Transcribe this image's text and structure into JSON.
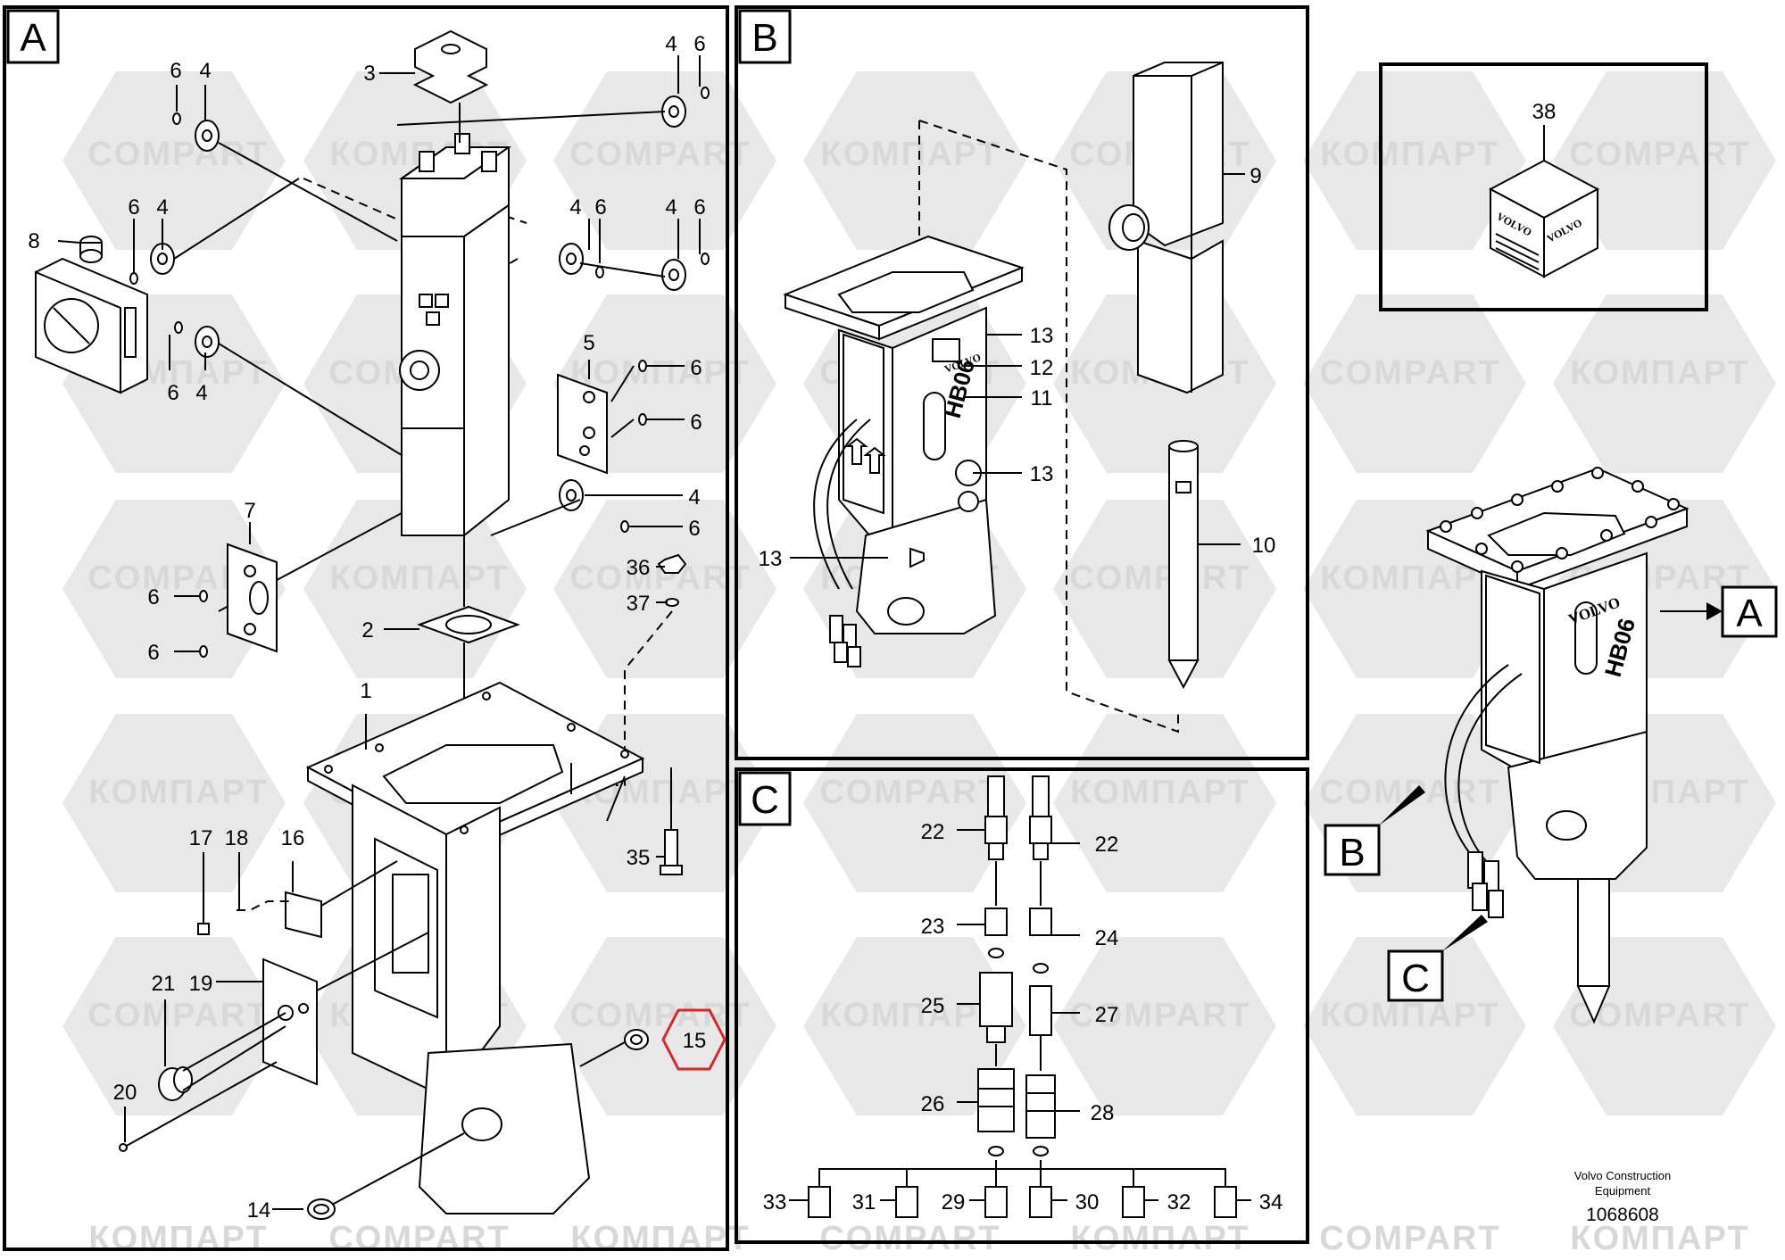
{
  "watermark": {
    "latin": "COMPART",
    "cyrillic": "КОМПАРТ"
  },
  "panels": {
    "A": {
      "letter": "A"
    },
    "B": {
      "letter": "B"
    },
    "C": {
      "letter": "C"
    }
  },
  "callouts": {
    "A": [
      "6",
      "4",
      "3",
      "4",
      "6",
      "8",
      "6",
      "4",
      "4",
      "6",
      "4",
      "6",
      "6",
      "4",
      "5",
      "6",
      "6",
      "7",
      "6",
      "6",
      "4",
      "6",
      "36",
      "37",
      "2",
      "1",
      "17",
      "18",
      "16",
      "35",
      "21",
      "19",
      "15",
      "20",
      "14"
    ],
    "B": [
      "9",
      "13",
      "12",
      "11",
      "13",
      "13",
      "10"
    ],
    "C": [
      "22",
      "22",
      "23",
      "24",
      "25",
      "27",
      "26",
      "28",
      "33",
      "31",
      "29",
      "30",
      "32",
      "34"
    ],
    "kit": "38"
  },
  "brand_text": "VOLVO",
  "model_text": "HB06",
  "overview_tags": {
    "A": "A",
    "B": "B",
    "C": "C"
  },
  "footer": {
    "company_line1": "Volvo Construction",
    "company_line2": "Equipment",
    "document_number": "1068608"
  },
  "highlighted_callout": "15",
  "colors": {
    "highlight": "#d62828",
    "watermark": "#d4d4d4",
    "line": "#000000"
  }
}
